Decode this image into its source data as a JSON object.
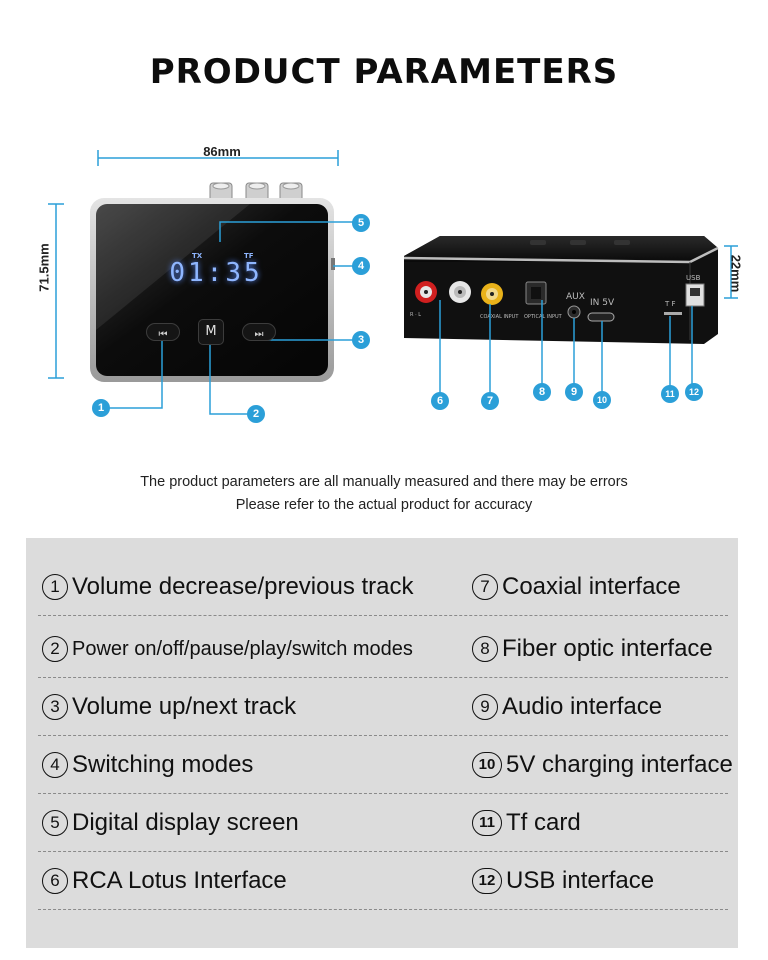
{
  "header": {
    "title": "PRODUCT PARAMETERS"
  },
  "dimensions": {
    "width": "86mm",
    "height": "71.5mm",
    "depth": "22mm"
  },
  "device_front": {
    "display_time": "01:35",
    "tx_label": "TX",
    "tf_label": "TF",
    "prev_icon": "⏮",
    "mode_button_label": "M",
    "next_icon": "⏭"
  },
  "device_back": {
    "aux_label": "AUX",
    "in5v_label": "IN 5V",
    "tf_label": "T F",
    "usb_label": "USB"
  },
  "callouts": [
    "1",
    "2",
    "3",
    "4",
    "5",
    "6",
    "7",
    "8",
    "9",
    "10",
    "11",
    "12"
  ],
  "notes": {
    "line1": "The product parameters are all manually measured and there may be errors",
    "line2": "Please refer to the actual product for accuracy"
  },
  "legend": {
    "left": [
      {
        "num": "1",
        "text": "Volume decrease/previous track"
      },
      {
        "num": "2",
        "text": "Power on/off/pause/play/switch modes"
      },
      {
        "num": "3",
        "text": "Volume up/next track"
      },
      {
        "num": "4",
        "text": "Switching modes"
      },
      {
        "num": "5",
        "text": "Digital display screen"
      },
      {
        "num": "6",
        "text": "RCA Lotus Interface"
      }
    ],
    "right": [
      {
        "num": "7",
        "text": "Coaxial interface"
      },
      {
        "num": "8",
        "text": "Fiber optic interface"
      },
      {
        "num": "9",
        "text": "Audio interface"
      },
      {
        "num": "10",
        "text": "5V charging interface"
      },
      {
        "num": "11",
        "text": "Tf card"
      },
      {
        "num": "12",
        "text": "USB interface"
      }
    ]
  },
  "colors": {
    "accent": "#2b9fd8",
    "display": "#8fb6ff",
    "panel": "#dcdcdc"
  }
}
